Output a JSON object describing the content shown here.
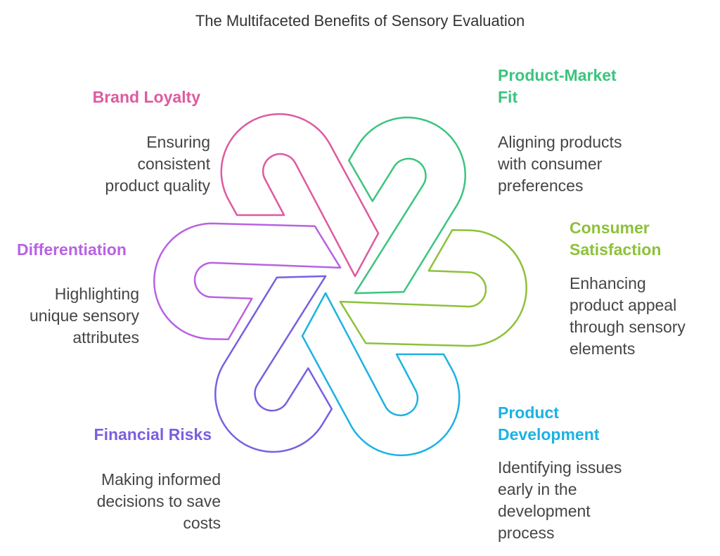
{
  "title": "The Multifaceted Benefits of Sensory Evaluation",
  "items": [
    {
      "id": "brand-loyalty",
      "color": "#de5aa0",
      "title_lines": [
        "Brand Loyalty"
      ],
      "desc_lines": [
        "Ensuring",
        "consistent",
        "product quality"
      ]
    },
    {
      "id": "product-market-fit",
      "color": "#3cc47f",
      "title_lines": [
        "Product-Market",
        "Fit"
      ],
      "desc_lines": [
        "Aligning products",
        "with consumer",
        "preferences"
      ]
    },
    {
      "id": "consumer-satisfaction",
      "color": "#8dc13a",
      "title_lines": [
        "Consumer",
        "Satisfaction"
      ],
      "desc_lines": [
        "Enhancing",
        "product appeal",
        "through sensory",
        "elements"
      ]
    },
    {
      "id": "product-development",
      "color": "#1cb2e2",
      "title_lines": [
        "Product",
        "Development"
      ],
      "desc_lines": [
        "Identifying issues",
        "early in the",
        "development",
        "process"
      ]
    },
    {
      "id": "financial-risks",
      "color": "#7a5fe0",
      "title_lines": [
        "Financial Risks"
      ],
      "desc_lines": [
        "Making informed",
        "decisions to save",
        "costs"
      ]
    },
    {
      "id": "differentiation",
      "color": "#b763e2",
      "title_lines": [
        "Differentiation"
      ],
      "desc_lines": [
        "Highlighting",
        "unique sensory",
        "attributes"
      ]
    }
  ]
}
